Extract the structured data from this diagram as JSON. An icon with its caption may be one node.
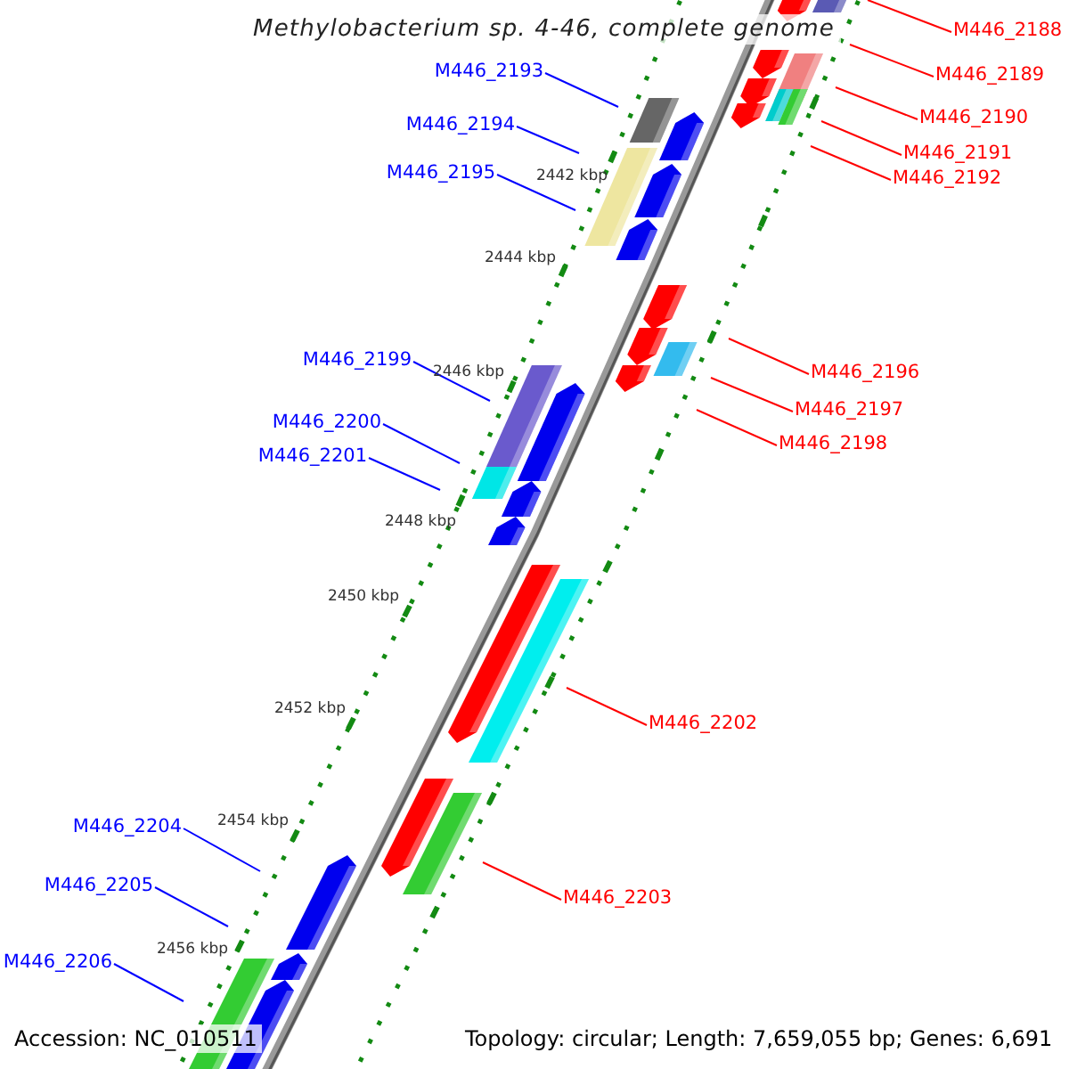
{
  "diagram": {
    "title": "Methylobacterium sp. 4-46, complete genome",
    "nodes": [
      {
        "text": [
          "M446_2188"
        ]
      },
      {
        "text": [
          "M446_2189"
        ]
      },
      {
        "text": [
          "M446_2190"
        ]
      },
      {
        "text": [
          "M446_2191"
        ]
      },
      {
        "text": [
          "M446_2192"
        ]
      },
      {
        "text": [
          "M446_2193"
        ]
      },
      {
        "text": [
          "M446_2194"
        ]
      },
      {
        "text": [
          "M446_2195"
        ]
      },
      {
        "text": [
          "M446_2196"
        ]
      },
      {
        "text": [
          "M446_2197"
        ]
      },
      {
        "text": [
          "M446_2198"
        ]
      },
      {
        "text": [
          "M446_2199"
        ]
      },
      {
        "text": [
          "M446_2200"
        ]
      },
      {
        "text": [
          "M446_2201"
        ]
      },
      {
        "text": [
          "M446_2202"
        ]
      },
      {
        "text": [
          "M446_2203"
        ]
      },
      {
        "text": [
          "M446_2204"
        ]
      },
      {
        "text": [
          "M446_2205"
        ]
      },
      {
        "text": [
          "M446_2206"
        ]
      }
    ],
    "edges": [
      {
        "from": 0,
        "to": null,
        "arrow": "none"
      },
      {
        "from": 1,
        "to": null,
        "arrow": "none"
      },
      {
        "from": 2,
        "to": null,
        "arrow": "none"
      },
      {
        "from": 3,
        "to": null,
        "arrow": "none"
      },
      {
        "from": 4,
        "to": null,
        "arrow": "none"
      },
      {
        "from": 5,
        "to": null,
        "arrow": "none",
        "color": "#0000ff"
      },
      {
        "from": 6,
        "to": null,
        "arrow": "none",
        "color": "#0000ff"
      },
      {
        "from": 7,
        "to": null,
        "arrow": "none",
        "color": "#0000ff"
      },
      {
        "from": 8,
        "to": null,
        "arrow": "none"
      },
      {
        "from": 9,
        "to": null,
        "arrow": "none"
      },
      {
        "from": 10,
        "to": null,
        "arrow": "none"
      },
      {
        "from": 11,
        "to": null,
        "arrow": "none",
        "color": "#0000ff"
      },
      {
        "from": 12,
        "to": null,
        "arrow": "none",
        "color": "#0000ff"
      },
      {
        "from": 13,
        "to": null,
        "arrow": "none",
        "color": "#0000ff"
      },
      {
        "from": 14,
        "to": null,
        "arrow": "none"
      },
      {
        "from": 15,
        "to": null,
        "arrow": "none"
      },
      {
        "from": 16,
        "to": null,
        "arrow": "none",
        "color": "#0000ff"
      },
      {
        "from": 17,
        "to": null,
        "arrow": "none",
        "color": "#0000ff"
      },
      {
        "from": 18,
        "to": null,
        "arrow": "none",
        "color": "#0000ff"
      }
    ],
    "labels": [
      "2442 kbp",
      "2444 kbp",
      "2446 kbp",
      "2448 kbp",
      "2450 kbp",
      "2452 kbp",
      "2454 kbp",
      "2456 kbp",
      "Accession: NC_010511",
      "Topology: circular; Length: 7,659,055 bp; Genes: 6,691"
    ]
  }
}
